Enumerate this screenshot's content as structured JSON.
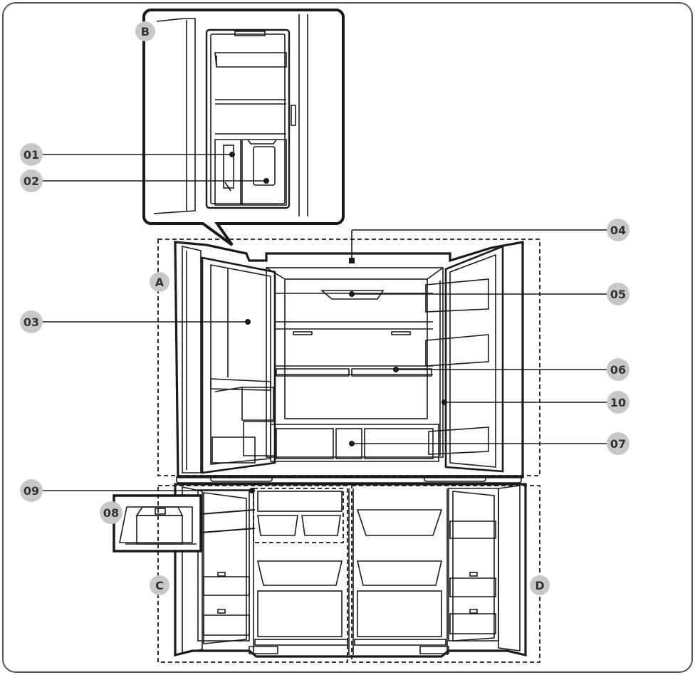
{
  "colors": {
    "badge_fill": "#c8c8c8",
    "badge_text": "#333333",
    "line": "#1a1a1a",
    "frame": "#555555"
  },
  "callouts": [
    {
      "id": "01",
      "label": "01"
    },
    {
      "id": "02",
      "label": "02"
    },
    {
      "id": "03",
      "label": "03"
    },
    {
      "id": "04",
      "label": "04"
    },
    {
      "id": "05",
      "label": "05"
    },
    {
      "id": "06",
      "label": "06"
    },
    {
      "id": "07",
      "label": "07"
    },
    {
      "id": "08",
      "label": "08"
    },
    {
      "id": "09",
      "label": "09"
    },
    {
      "id": "10",
      "label": "10"
    }
  ],
  "zones": [
    {
      "id": "A",
      "label": "A"
    },
    {
      "id": "B",
      "label": "B"
    },
    {
      "id": "C",
      "label": "C"
    },
    {
      "id": "D",
      "label": "D"
    }
  ]
}
